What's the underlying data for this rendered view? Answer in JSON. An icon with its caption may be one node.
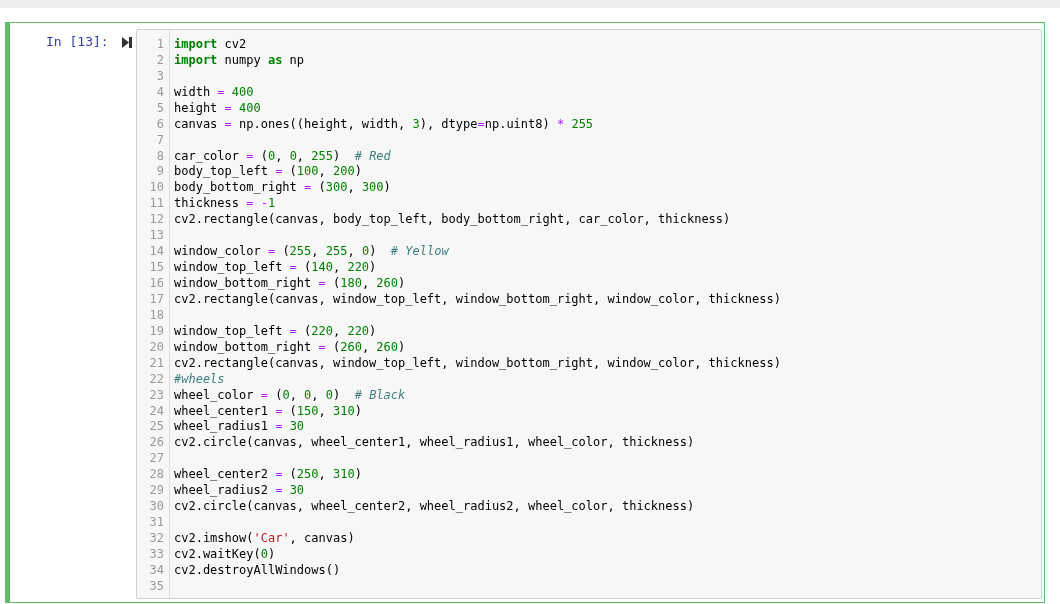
{
  "diagram": {
    "nodes": [
      {
        "text": [
          "In [13]:"
        ]
      },
      {
        "text": [],
        "shape": "box",
        "in": 0
      }
    ],
    "labels": [
      "1",
      "**import** cv2",
      "2",
      "**import** numpy **as** np",
      "3",
      "4",
      "width = 400",
      "5",
      "height = 400",
      "6",
      "canvas = np.ones((height, width, 3), dtype=np.uint8) * 255",
      "7",
      "8",
      "car_color = (0, 0, 255)  *# Red*",
      "9",
      "body_top_left = (100, 200)",
      "10",
      "body_bottom_right = (300, 300)",
      "11",
      "thickness = -1",
      "12",
      "cv2.rectangle(canvas, body_top_left, body_bottom_right, car_color, thickness)",
      "13",
      "14",
      "window_color = (255, 255, 0)  *# Yellow*",
      "15",
      "window_top_left = (140, 220)",
      "16",
      "window_bottom_right = (180, 260)",
      "17",
      "cv2.rectangle(canvas, window_top_left, window_bottom_right, window_color, thickness)",
      "18",
      "19",
      "window_top_left = (220, 220)",
      "20",
      "window_bottom_right = (260, 260)",
      "21",
      "cv2.rectangle(canvas, window_top_left, window_bottom_right, window_color, thickness)",
      "22",
      "*#wheels*",
      "23",
      "wheel_color = (0, 0, 0)  *# Black*",
      "24",
      "wheel_center1 = (150, 310)",
      "25",
      "wheel_radius1 = 30",
      "26",
      "cv2.circle(canvas, wheel_center1, wheel_radius1, wheel_color, thickness)",
      "27",
      "28",
      "wheel_center2 = (250, 310)",
      "29",
      "wheel_radius2 = 30",
      "30",
      "cv2.circle(canvas, wheel_center2, wheel_radius2, wheel_color, thickness)",
      "31",
      "32",
      "cv2.imshow('Car', canvas)",
      "33",
      "cv2.waitKey(0)",
      "34",
      "cv2.destroyAllWindows()",
      "35"
    ]
  }
}
